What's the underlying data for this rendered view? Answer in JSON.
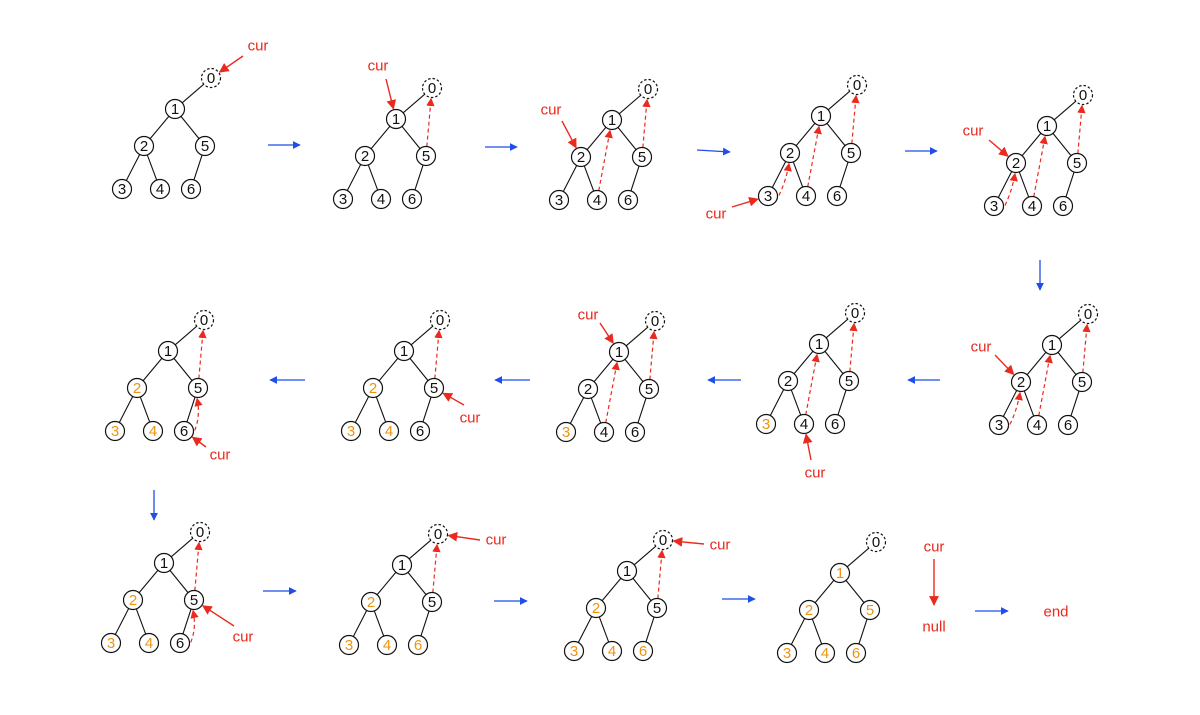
{
  "node_labels": {
    "n0": "0",
    "n1": "1",
    "n2": "2",
    "n3": "3",
    "n4": "4",
    "n5": "5",
    "n6": "6"
  },
  "tree_edges": [
    [
      "n0",
      "n1"
    ],
    [
      "n1",
      "n2"
    ],
    [
      "n1",
      "n5"
    ],
    [
      "n2",
      "n3"
    ],
    [
      "n2",
      "n4"
    ],
    [
      "n5",
      "n6"
    ]
  ],
  "dashed_node": "n0",
  "pointer_label": "cur",
  "null_label": "null",
  "end_label": "end",
  "colors": {
    "node_stroke": "#111111",
    "node_label": "#111111",
    "visited_label": "#f0930e",
    "pointer": "#ea2a1f",
    "flow_arrow": "#1f4ee8"
  },
  "steps": [
    {
      "cur": "n0",
      "visited": [],
      "threads": []
    },
    {
      "cur": "n1",
      "visited": [],
      "threads": [
        [
          "n5",
          "n0"
        ]
      ]
    },
    {
      "cur": "n2",
      "visited": [],
      "threads": [
        [
          "n4",
          "n1"
        ],
        [
          "n5",
          "n0"
        ]
      ]
    },
    {
      "cur": "n3",
      "visited": [],
      "threads": [
        [
          "n3",
          "n2"
        ],
        [
          "n4",
          "n1"
        ],
        [
          "n5",
          "n0"
        ]
      ]
    },
    {
      "cur": "n2",
      "visited": [],
      "threads": [
        [
          "n3",
          "n2"
        ],
        [
          "n4",
          "n1"
        ],
        [
          "n5",
          "n0"
        ]
      ]
    },
    {
      "cur": "n2",
      "visited": [],
      "threads": [
        [
          "n3",
          "n2"
        ],
        [
          "n4",
          "n1"
        ],
        [
          "n5",
          "n0"
        ]
      ]
    },
    {
      "cur": "n4",
      "visited": [
        "n3"
      ],
      "threads": [
        [
          "n4",
          "n1"
        ],
        [
          "n5",
          "n0"
        ]
      ]
    },
    {
      "cur": "n1",
      "visited": [
        "n3"
      ],
      "threads": [
        [
          "n4",
          "n1"
        ],
        [
          "n5",
          "n0"
        ]
      ]
    },
    {
      "cur": "n5",
      "visited": [
        "n2",
        "n3",
        "n4"
      ],
      "threads": [
        [
          "n5",
          "n0"
        ]
      ]
    },
    {
      "cur": "n6",
      "visited": [
        "n2",
        "n3",
        "n4"
      ],
      "threads": [
        [
          "n6",
          "n5"
        ],
        [
          "n5",
          "n0"
        ]
      ]
    },
    {
      "cur": "n5",
      "visited": [
        "n2",
        "n3",
        "n4"
      ],
      "threads": [
        [
          "n6",
          "n5"
        ],
        [
          "n5",
          "n0"
        ]
      ]
    },
    {
      "cur": "n0",
      "visited": [
        "n2",
        "n3",
        "n4",
        "n6"
      ],
      "threads": [
        [
          "n5",
          "n0"
        ]
      ]
    },
    {
      "cur": "n0",
      "visited": [
        "n2",
        "n3",
        "n4",
        "n6"
      ],
      "threads": [
        [
          "n5",
          "n0"
        ]
      ]
    },
    {
      "cur": null,
      "visited": [
        "n1",
        "n2",
        "n3",
        "n4",
        "n5",
        "n6"
      ],
      "threads": []
    }
  ]
}
